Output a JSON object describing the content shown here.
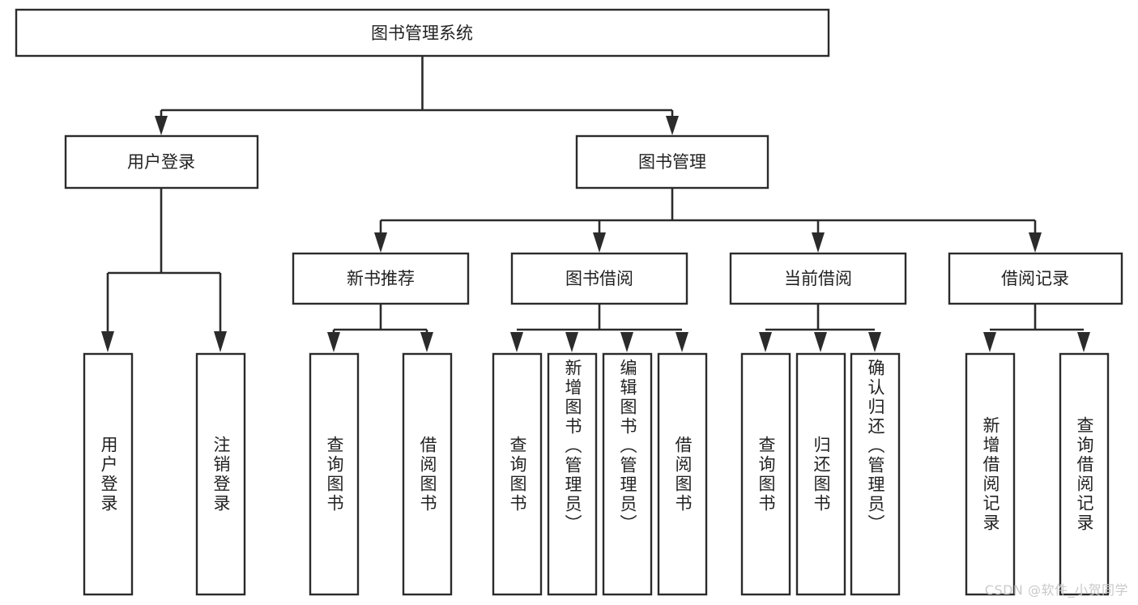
{
  "diagram": {
    "type": "tree-hierarchy",
    "title": "图书管理系统",
    "watermark": "CSDN @软件_小贺同学",
    "colors": {
      "background": "#ffffff",
      "stroke": "#2b2b2b",
      "box_fill": "#ffffff",
      "text": "#222222",
      "watermark": "#c9c9c9"
    },
    "levels": [
      {
        "level": 1,
        "nodes": [
          {
            "id": "root",
            "label": "图书管理系统",
            "orientation": "horizontal"
          }
        ]
      },
      {
        "level": 2,
        "nodes": [
          {
            "id": "user-login",
            "label": "用户登录",
            "orientation": "horizontal",
            "parent": "root"
          },
          {
            "id": "book-manage",
            "label": "图书管理",
            "orientation": "horizontal",
            "parent": "root"
          }
        ]
      },
      {
        "level": 3,
        "nodes": [
          {
            "id": "new-book-rec",
            "label": "新书推荐",
            "orientation": "horizontal",
            "parent": "book-manage"
          },
          {
            "id": "book-borrow",
            "label": "图书借阅",
            "orientation": "horizontal",
            "parent": "book-manage"
          },
          {
            "id": "current-borrow",
            "label": "当前借阅",
            "orientation": "horizontal",
            "parent": "book-manage"
          },
          {
            "id": "borrow-record",
            "label": "借阅记录",
            "orientation": "horizontal",
            "parent": "book-manage"
          }
        ]
      },
      {
        "level": 4,
        "nodes": [
          {
            "id": "leaf-1",
            "label": "用户登录",
            "orientation": "vertical",
            "parent": "user-login"
          },
          {
            "id": "leaf-2",
            "label": "注销登录",
            "orientation": "vertical",
            "parent": "user-login"
          },
          {
            "id": "leaf-3",
            "label": "查询图书",
            "orientation": "vertical",
            "parent": "new-book-rec"
          },
          {
            "id": "leaf-4",
            "label": "借阅图书",
            "orientation": "vertical",
            "parent": "new-book-rec"
          },
          {
            "id": "leaf-5",
            "label": "查询图书",
            "orientation": "vertical",
            "parent": "book-borrow"
          },
          {
            "id": "leaf-6",
            "label": "新增图书（管理员）",
            "orientation": "vertical",
            "parent": "book-borrow"
          },
          {
            "id": "leaf-7",
            "label": "编辑图书（管理员）",
            "orientation": "vertical",
            "parent": "book-borrow"
          },
          {
            "id": "leaf-8",
            "label": "借阅图书",
            "orientation": "vertical",
            "parent": "book-borrow"
          },
          {
            "id": "leaf-9",
            "label": "查询图书",
            "orientation": "vertical",
            "parent": "current-borrow"
          },
          {
            "id": "leaf-10",
            "label": "归还图书",
            "orientation": "vertical",
            "parent": "current-borrow"
          },
          {
            "id": "leaf-11",
            "label": "确认归还（管理员）",
            "orientation": "vertical",
            "parent": "current-borrow"
          },
          {
            "id": "leaf-12",
            "label": "新增借阅记录",
            "orientation": "vertical",
            "parent": "borrow-record"
          },
          {
            "id": "leaf-13",
            "label": "查询借阅记录",
            "orientation": "vertical",
            "parent": "borrow-record"
          }
        ]
      }
    ]
  }
}
